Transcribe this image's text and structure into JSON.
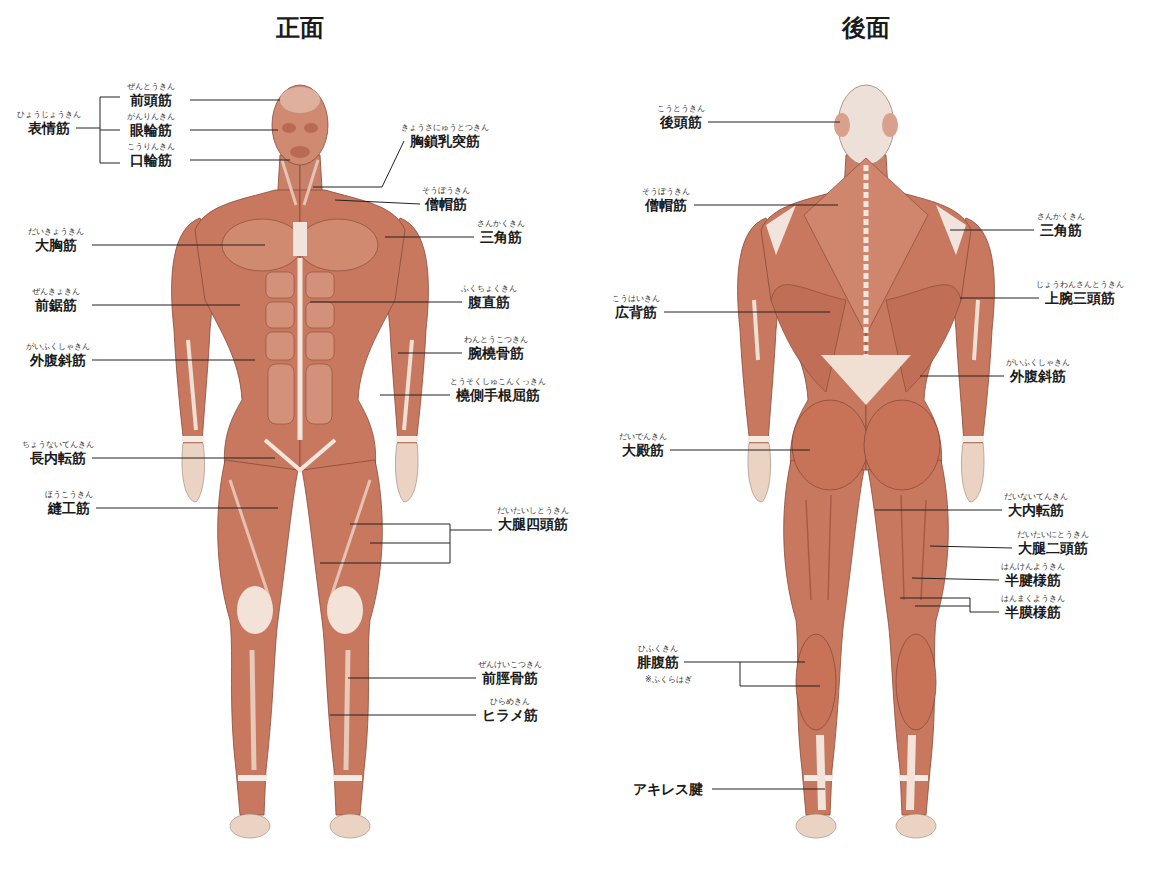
{
  "diagram": {
    "labels": [
      "正面",
      "後面",
      "表情筋",
      "ひょうじょうきん",
      "前頭筋",
      "ぜんとうきん",
      "眼輪筋",
      "がんりんきん",
      "口輪筋",
      "こうりんきん",
      "胸鎖乳突筋",
      "きょうさにゅうとつきん",
      "僧帽筋",
      "そうぼうきん",
      "大胸筋",
      "だいきょうきん",
      "三角筋",
      "さんかくきん",
      "前鋸筋",
      "ぜんきょきん",
      "腹直筋",
      "ふくちょくきん",
      "外腹斜筋",
      "がいふくしゃきん",
      "腕橈骨筋",
      "わんとうこつきん",
      "橈側手根屈筋",
      "とうそくしゅこんくっきん",
      "長内転筋",
      "ちょうないてんきん",
      "縫工筋",
      "ほうこうきん",
      "大腿四頭筋",
      "だいたいしとうきん",
      "前脛骨筋",
      "ぜんけいこつきん",
      "ヒラメ筋",
      "ひらめきん",
      "後頭筋",
      "こうとうきん",
      "僧帽筋",
      "そうぼうきん",
      "三角筋",
      "さんかくきん",
      "上腕三頭筋",
      "じょうわんさんとうきん",
      "広背筋",
      "こうはいきん",
      "外腹斜筋",
      "がいふくしゃきん",
      "大殿筋",
      "だいでんきん",
      "大内転筋",
      "だいないてんきん",
      "大腿二頭筋",
      "だいたいにとうきん",
      "半腱様筋",
      "はんけんようきん",
      "半膜様筋",
      "はんまくようきん",
      "腓腹筋",
      "ひふくきん",
      "※ふくらはぎ",
      "アキレス腱"
    ]
  }
}
